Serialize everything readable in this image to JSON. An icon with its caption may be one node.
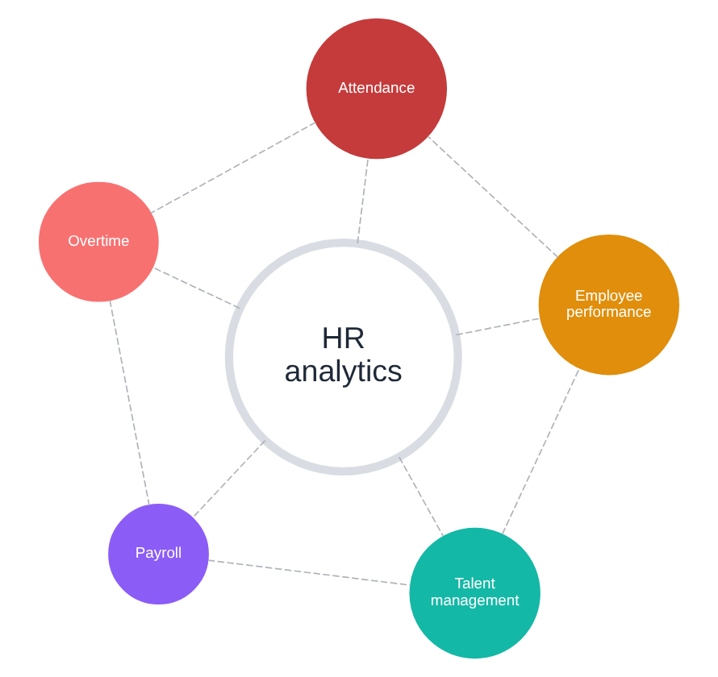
{
  "diagram": {
    "nodes": [
      {
        "text": [
          "Payroll"
        ]
      },
      {
        "text": [
          "Talent management"
        ]
      },
      {
        "text": [
          "HR analytics"
        ]
      },
      {
        "text": [
          "Overtime"
        ]
      },
      {
        "text": [
          "Employee performance"
        ]
      },
      {
        "text": [
          "Attendance"
        ]
      }
    ],
    "edges": [
      {
        "from": 2,
        "to": 0,
        "arrow": "none",
        "style": "dashed"
      },
      {
        "from": 2,
        "to": 1,
        "arrow": "none",
        "style": "dashed"
      },
      {
        "from": 2,
        "to": 4,
        "arrow": "none",
        "style": "dashed"
      },
      {
        "from": 2,
        "to": 5,
        "arrow": "none",
        "style": "dashed"
      },
      {
        "from": 2,
        "to": 3,
        "arrow": "none",
        "style": "dashed"
      },
      {
        "from": 0,
        "to": 1,
        "arrow": "none",
        "style": "dashed"
      },
      {
        "from": 1,
        "to": 4,
        "arrow": "none",
        "style": "dashed"
      },
      {
        "from": 4,
        "to": 5,
        "arrow": "none",
        "style": "dashed"
      },
      {
        "from": 5,
        "to": 3,
        "arrow": "none",
        "style": "dashed"
      },
      {
        "from": 3,
        "to": 0,
        "arrow": "none",
        "style": "dashed"
      }
    ]
  }
}
